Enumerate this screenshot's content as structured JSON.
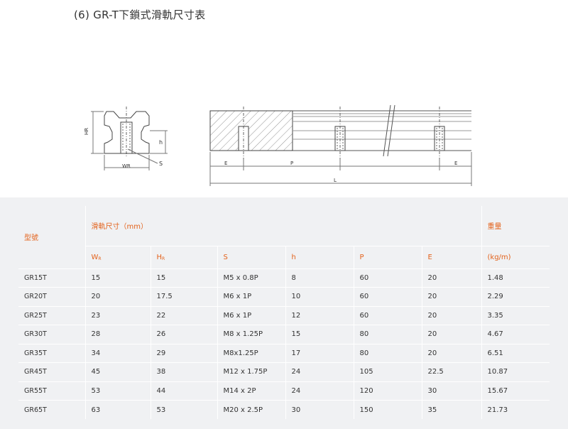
{
  "title": "(6)  GR-T下鎖式滑軌尺寸表",
  "drawing": {
    "hr": "HR",
    "h": "h",
    "wr": "WR",
    "s": "S",
    "e_left": "E",
    "p": "P",
    "e_right": "E",
    "l": "L"
  },
  "table": {
    "model_header": "型號",
    "dim_header": "滑軌尺寸（mm）",
    "weight_header": "重量",
    "sub": {
      "wr": "W",
      "wr_sub": "R",
      "hr": "H",
      "hr_sub": "R",
      "s": "S",
      "h": "h",
      "p": "P",
      "e": "E",
      "unit": "(kg/m)"
    },
    "rows": [
      [
        "GR15T",
        "15",
        "15",
        "M5 x 0.8P",
        "8",
        "60",
        "20",
        "1.48"
      ],
      [
        "GR20T",
        "20",
        "17.5",
        "M6 x 1P",
        "10",
        "60",
        "20",
        "2.29"
      ],
      [
        "GR25T",
        "23",
        "22",
        "M6 x 1P",
        "12",
        "60",
        "20",
        "3.35"
      ],
      [
        "GR30T",
        "28",
        "26",
        "M8 x 1.25P",
        "15",
        "80",
        "20",
        "4.67"
      ],
      [
        "GR35T",
        "34",
        "29",
        "M8x1.25P",
        "17",
        "80",
        "20",
        "6.51"
      ],
      [
        "GR45T",
        "45",
        "38",
        "M12 x 1.75P",
        "24",
        "105",
        "22.5",
        "10.87"
      ],
      [
        "GR55T",
        "53",
        "44",
        "M14 x 2P",
        "24",
        "120",
        "30",
        "15.67"
      ],
      [
        "GR65T",
        "63",
        "53",
        "M20 x 2.5P",
        "30",
        "150",
        "35",
        "21.73"
      ]
    ]
  }
}
